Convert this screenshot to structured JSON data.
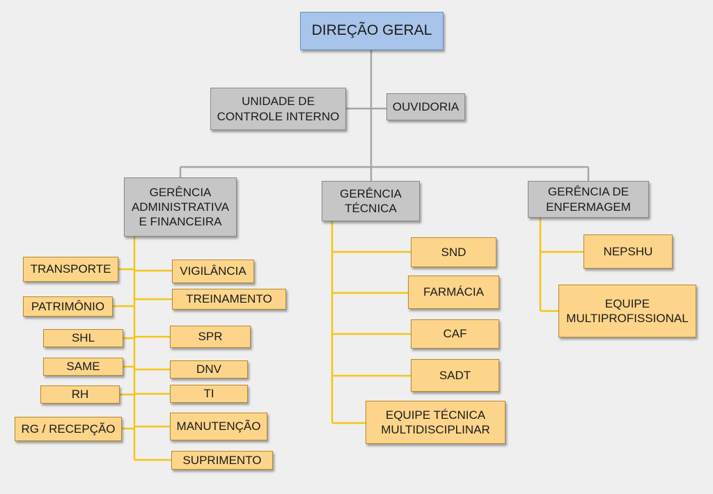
{
  "colors": {
    "top": "#a9c4ea",
    "staff": "#c6c6c6",
    "unit": "#fdd58a",
    "gray_line": "#a6a6a6",
    "gold_line": "#f5c518"
  },
  "org": {
    "direcao": "DIREÇÃO GERAL",
    "controle": "UNIDADE DE\nCONTROLE INTERNO",
    "ouvidoria": "OUVIDORIA",
    "ger_adm": "GERÊNCIA\nADMINISTRATIVA\nE FINANCEIRA",
    "ger_tec": "GERÊNCIA\nTÉCNICA",
    "ger_enf": "GERÊNCIA DE\nENFERMAGEM",
    "adm": {
      "transporte": "TRANSPORTE",
      "vigilancia": "VIGILÂNCIA",
      "patrimonio": "PATRIMÔNIO",
      "treinamento": "TREINAMENTO",
      "shl": "SHL",
      "spr": "SPR",
      "same": "SAME",
      "dnv": "DNV",
      "rh": "RH",
      "ti": "TI",
      "rg": "RG / RECEPÇÃO",
      "manutencao": "MANUTENÇÃO",
      "suprimento": "SUPRIMENTO"
    },
    "tec": {
      "snd": "SND",
      "farmacia": "FARMÁCIA",
      "caf": "CAF",
      "sadt": "SADT",
      "equipe_tecnica": "EQUIPE TÉCNICA\nMULTIDISCIPLINAR"
    },
    "enf": {
      "nepshu": "NEPSHU",
      "equipe_multi": "EQUIPE\nMULTIPROFISSIONAL"
    }
  }
}
